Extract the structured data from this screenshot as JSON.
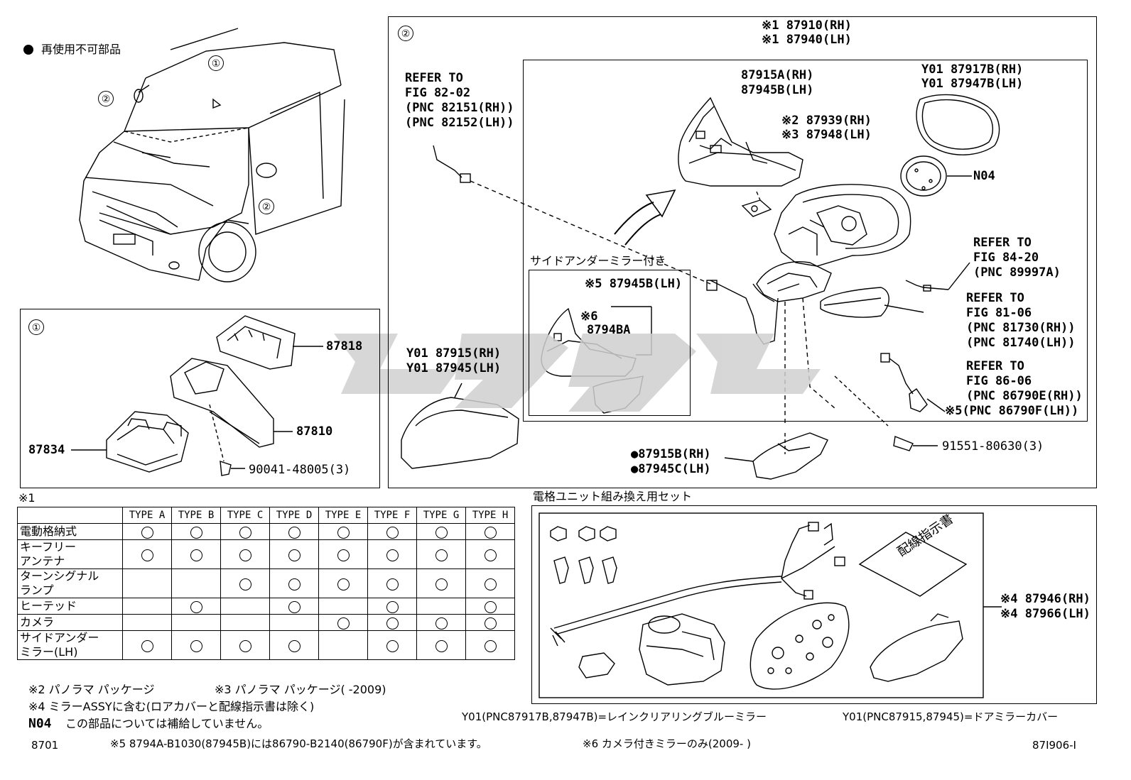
{
  "legend": {
    "bullet_text": "再使用不可部品"
  },
  "callouts": {
    "c1": "①",
    "c2": "②"
  },
  "panel1": {
    "parts": {
      "p87818": "87818",
      "p87810": "87810",
      "p87834": "87834",
      "screw": "90041-48005(3)"
    }
  },
  "panel2": {
    "top_parts": {
      "l1": "※1 87910(RH)",
      "l2": "※1 87940(LH)"
    },
    "refer_82": {
      "l1": "REFER TO",
      "l2": "FIG 82-02",
      "l3": "(PNC 82151(RH))",
      "l4": "(PNC 82152(LH))"
    },
    "p87915A": {
      "l1": "87915A(RH)",
      "l2": "87945B(LH)"
    },
    "p87917B": {
      "l1": "Y01 87917B(RH)",
      "l2": "Y01 87947B(LH)"
    },
    "p87939": {
      "l1": "※2 87939(RH)",
      "l2": "※3 87948(LH)"
    },
    "n04": "N04",
    "refer_84": {
      "l1": "REFER TO",
      "l2": "FIG 84-20",
      "l3": "(PNC 89997A)"
    },
    "refer_81": {
      "l1": "REFER TO",
      "l2": "FIG 81-06",
      "l3": "(PNC 81730(RH))",
      "l4": "(PNC 81740(LH))"
    },
    "refer_86": {
      "l1": "REFER TO",
      "l2": "FIG 86-06",
      "l3": "(PNC 86790E(RH))",
      "l4": "※5(PNC 86790F(LH))"
    },
    "screw": "91551-80630(3)",
    "sub_title": "サイドアンダーミラー付き",
    "sub_parts": {
      "l1": "※5 87945B(LH)",
      "l2": "※6",
      "l3": "8794BA"
    },
    "cover": {
      "l1": "Y01 87915(RH)",
      "l2": "Y01 87945(LH)"
    },
    "lower_cover": {
      "l1": "●87915B(RH)",
      "l2": "●87945C(LH)"
    }
  },
  "panel3": {
    "title": "電格ユニット組み換え用セット",
    "sheet": "配線指示書",
    "parts": {
      "l1": "※4 87946(RH)",
      "l2": "※4 87966(LH)"
    }
  },
  "table": {
    "marker": "※1",
    "headers": [
      "TYPE A",
      "TYPE B",
      "TYPE C",
      "TYPE D",
      "TYPE E",
      "TYPE F",
      "TYPE G",
      "TYPE H"
    ],
    "rows": [
      {
        "label": "電動格納式",
        "marks": [
          1,
          1,
          1,
          1,
          1,
          1,
          1,
          1
        ]
      },
      {
        "label": "キーフリー\nアンテナ",
        "marks": [
          1,
          1,
          1,
          1,
          1,
          1,
          1,
          1
        ]
      },
      {
        "label": "ターンシグナル\nランプ",
        "marks": [
          0,
          0,
          1,
          1,
          1,
          1,
          1,
          1
        ]
      },
      {
        "label": "ヒーテッド",
        "marks": [
          0,
          1,
          0,
          1,
          0,
          1,
          0,
          1
        ]
      },
      {
        "label": "カメラ",
        "marks": [
          0,
          0,
          0,
          0,
          1,
          1,
          1,
          1
        ]
      },
      {
        "label": "サイドアンダー\nミラー(LH)",
        "marks": [
          1,
          1,
          1,
          1,
          0,
          1,
          1,
          1
        ]
      }
    ]
  },
  "notes": {
    "n2": "※2 パノラマ パッケージ",
    "n3": "※3 パノラマ パッケージ(      -2009)",
    "n4": "※4 ミラーASSYに含む(ロアカバーと配線指示書は除く)",
    "n04_code": "N04",
    "n04_text": "この部品については補給していません。",
    "y01a": "Y01(PNC87917B,87947B)=レインクリアリングブルーミラー",
    "y01b": "Y01(PNC87915,87945)=ドアミラーカバー",
    "page_code": "8701",
    "n5": "※5 8794A-B1030(87945B)には86790-B2140(86790F)が含まれています。",
    "n6": "※6 カメラ付きミラーのみ(2009-      )",
    "fig_code": "87I906-I"
  }
}
